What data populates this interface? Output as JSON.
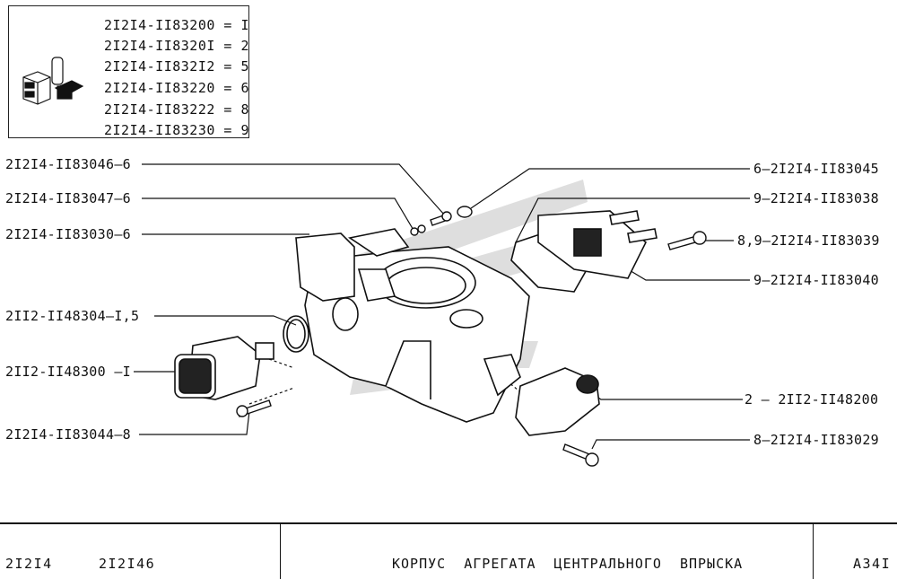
{
  "legend": {
    "rows": [
      {
        "code": "2I2I4-II83200",
        "value": "I"
      },
      {
        "code": "2I2I4-II8320I",
        "value": "2"
      },
      {
        "code": "2I2I4-II832I2",
        "value": "5"
      },
      {
        "code": "2I2I4-II83220",
        "value": "6"
      },
      {
        "code": "2I2I4-II83222",
        "value": "8"
      },
      {
        "code": "2I2I4-II83230",
        "value": "9"
      }
    ]
  },
  "callouts_left": [
    {
      "code": "2I2I4-II83046",
      "ref": "6"
    },
    {
      "code": "2I2I4-II83047",
      "ref": "6"
    },
    {
      "code": "2I2I4-II83030",
      "ref": "6"
    },
    {
      "code": "2II2-II48304",
      "ref": "I,5"
    },
    {
      "code": "2II2-II48300",
      "ref": "I"
    },
    {
      "code": "2I2I4-II83044",
      "ref": "8"
    }
  ],
  "callouts_right": [
    {
      "code": "2I2I4-II83045",
      "ref": "6"
    },
    {
      "code": "2I2I4-II83038",
      "ref": "9"
    },
    {
      "code": "2I2I4-II83039",
      "ref": "8,9"
    },
    {
      "code": "2I2I4-II83040",
      "ref": "9"
    },
    {
      "code": "2II2-II48200",
      "ref": "2"
    },
    {
      "code": "2I2I4-II83029",
      "ref": "8"
    }
  ],
  "footer": {
    "model_1": "2I2I4",
    "model_2": "2I2I46",
    "title": "КОРПУС  АГРЕГАТА  ЦЕНТРАЛЬНОГО  ВПРЫСКА",
    "sheet": "А34I"
  }
}
